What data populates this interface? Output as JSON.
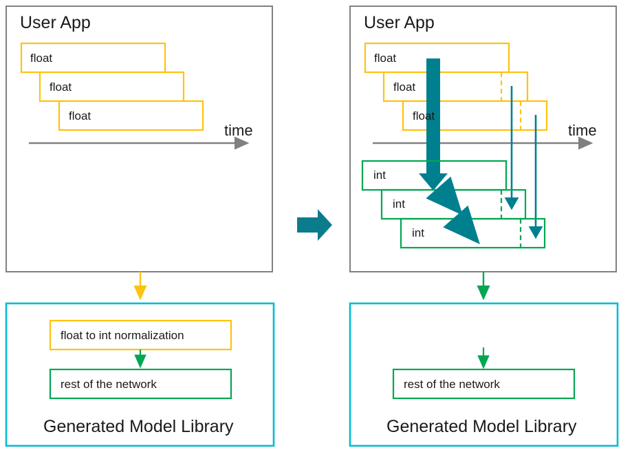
{
  "diagram": {
    "type": "before-after-quantization-flow",
    "colors": {
      "panel_border": "#808080",
      "float_box": "#FFC20E",
      "int_box": "#00A651",
      "library_border": "#00BCD4",
      "teal_arrow": "#00808F",
      "time_axis": "#808080",
      "text": "#1a1a1a"
    },
    "center_arrow": {
      "icon": "right-arrow-icon",
      "color": "#0B7C8C"
    }
  },
  "left": {
    "app_panel": {
      "title": "User App",
      "time_label": "time",
      "float_boxes": [
        {
          "label": "float"
        },
        {
          "label": "float"
        },
        {
          "label": "float"
        }
      ]
    },
    "library_panel": {
      "caption": "Generated Model Library",
      "boxes": [
        {
          "label": "float to int normalization",
          "kind": "float"
        },
        {
          "label": "rest of the network",
          "kind": "int"
        }
      ]
    }
  },
  "right": {
    "app_panel": {
      "title": "User App",
      "time_label": "time",
      "float_boxes": [
        {
          "label": "float"
        },
        {
          "label": "float"
        },
        {
          "label": "float"
        }
      ],
      "int_boxes": [
        {
          "label": "int"
        },
        {
          "label": "int"
        },
        {
          "label": "int"
        }
      ]
    },
    "library_panel": {
      "caption": "Generated Model Library",
      "boxes": [
        {
          "label": "rest of the network",
          "kind": "int"
        }
      ]
    }
  }
}
